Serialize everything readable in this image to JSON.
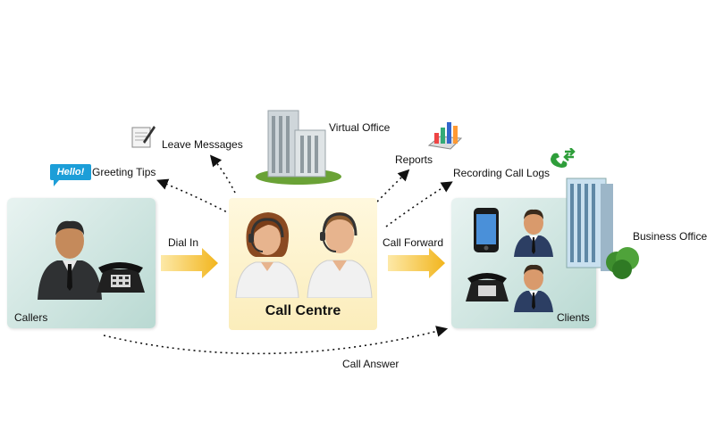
{
  "badge": {
    "hello": "Hello!"
  },
  "labels": {
    "greeting_tips": "Greeting Tips",
    "leave_messages": "Leave Messages",
    "virtual_office": "Virtual Office",
    "reports": "Reports",
    "recording_call_logs": "Recording Call Logs",
    "business_office": "Business Office",
    "dial_in": "Dial In",
    "call_forward": "Call Forward",
    "callers": "Callers",
    "call_centre": "Call Centre",
    "clients": "Clients",
    "call_answer": "Call Answer"
  },
  "colors": {
    "box_teal": "#b9d9d2",
    "centre_yellow": "#fbedbb",
    "flow_arrow": "#f7c42c",
    "badge_blue": "#1c9ed8"
  }
}
